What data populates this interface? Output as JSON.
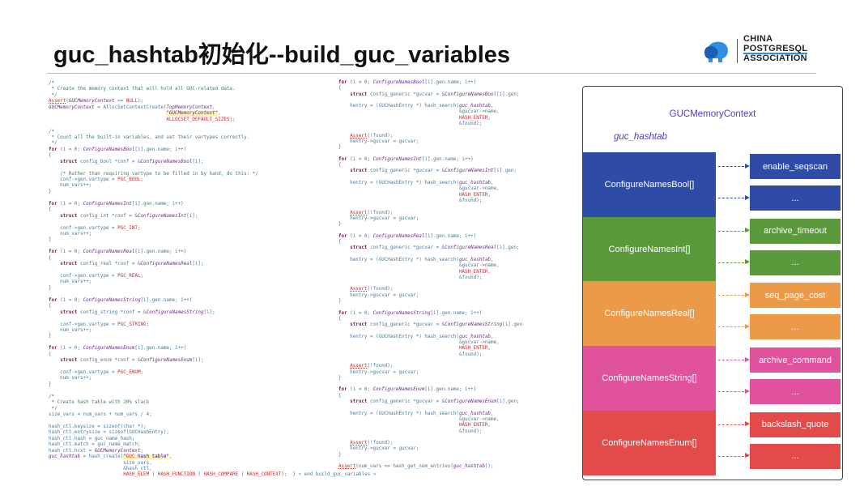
{
  "slide": {
    "title": "guc_hashtab初始化--build_guc_variables"
  },
  "logo": {
    "lines": [
      "CHINA",
      "POSTGRESQL",
      "ASSOCIATION"
    ]
  },
  "code_left": [
    "/*",
    " * Create the memory context that will hold all GUC-related data.",
    " */",
    "Assert(GUCMemoryContext == NULL);",
    "GUCMemoryContext = AllocSetContextCreate(TopMemoryContext,",
    "                                         \"GUCMemoryContext\",",
    "                                         ALLOCSET_DEFAULT_SIZES);",
    "",
    "/*",
    " * Count all the built-in variables, and set their vartypes correctly.",
    " */",
    "for (i = 0; ConfigureNamesBool[i].gen.name; i++)",
    "{",
    "    struct config_bool *conf = &ConfigureNamesBool[i];",
    "",
    "    /* Rather than requiring vartype to be filled in by hand, do this: */",
    "    conf->gen.vartype = PGC_BOOL;",
    "    num_vars++;",
    "}",
    "",
    "for (i = 0; ConfigureNamesInt[i].gen.name; i++)",
    "{",
    "    struct config_int *conf = &ConfigureNamesInt[i];",
    "",
    "    conf->gen.vartype = PGC_INT;",
    "    num_vars++;",
    "}",
    "",
    "for (i = 0; ConfigureNamesReal[i].gen.name; i++)",
    "{",
    "    struct config_real *conf = &ConfigureNamesReal[i];",
    "",
    "    conf->gen.vartype = PGC_REAL;",
    "    num_vars++;",
    "}",
    "",
    "for (i = 0; ConfigureNamesString[i].gen.name; i++)",
    "{",
    "    struct config_string *conf = &ConfigureNamesString[i];",
    "",
    "    conf->gen.vartype = PGC_STRING;",
    "    num_vars++;",
    "}",
    "",
    "for (i = 0; ConfigureNamesEnum[i].gen.name; i++)",
    "{",
    "    struct config_enum *conf = &ConfigureNamesEnum[i];",
    "",
    "    conf->gen.vartype = PGC_ENUM;",
    "    num_vars++;",
    "}",
    "",
    "/*",
    " * Create hash table with 20% slack",
    " */",
    "size_vars = num_vars + num_vars / 4;",
    "",
    "hash_ctl.keysize = sizeof(char *);",
    "hash_ctl.entrysize = sizeof(GUCHashEntry);",
    "hash_ctl.hash = guc_name_hash;",
    "hash_ctl.match = guc_name_match;",
    "hash_ctl.hcxt = GUCMemoryContext;",
    "guc_hashtab = hash_create(\"GUC hash table\",",
    "                          size_vars,",
    "                          &hash_ctl,",
    "                          HASH_ELEM | HASH_FUNCTION | HASH_COMPARE | HASH_CONTEXT);  } « end build_guc_variables »"
  ],
  "code_right": [
    "for (i = 0; ConfigureNamesBool[i].gen.name; i++)",
    "{",
    "    struct config_generic *gucvar = &ConfigureNamesBool[i].gen;",
    "",
    "    hentry = (GUCHashEntry *) hash_search(guc_hashtab,",
    "                                          &gucvar->name,",
    "                                          HASH_ENTER,",
    "                                          &found);",
    "",
    "    Assert(!found);",
    "    hentry->gucvar = gucvar;",
    "}",
    "",
    "for (i = 0; ConfigureNamesInt[i].gen.name; i++)",
    "{",
    "    struct config_generic *gucvar = &ConfigureNamesInt[i].gen;",
    "",
    "    hentry = (GUCHashEntry *) hash_search(guc_hashtab,",
    "                                          &gucvar->name,",
    "                                          HASH_ENTER,",
    "                                          &found);",
    "",
    "    Assert(!found);",
    "    hentry->gucvar = gucvar;",
    "}",
    "",
    "for (i = 0; ConfigureNamesReal[i].gen.name; i++)",
    "{",
    "    struct config_generic *gucvar = &ConfigureNamesReal[i].gen;",
    "",
    "    hentry = (GUCHashEntry *) hash_search(guc_hashtab,",
    "                                          &gucvar->name,",
    "                                          HASH_ENTER,",
    "                                          &found);",
    "",
    "    Assert(!found);",
    "    hentry->gucvar = gucvar;",
    "}",
    "",
    "for (i = 0; ConfigureNamesString[i].gen.name; i++)",
    "{",
    "    struct config_generic *gucvar = &ConfigureNamesString[i].gen",
    "",
    "    hentry = (GUCHashEntry *) hash_search(guc_hashtab,",
    "                                          &gucvar->name,",
    "                                          HASH_ENTER,",
    "                                          &found);",
    "",
    "    Assert(!found);",
    "    hentry->gucvar = gucvar;",
    "}",
    "",
    "for (i = 0; ConfigureNamesEnum[i].gen.name; i++)",
    "{",
    "    struct config_generic *gucvar = &ConfigureNamesEnum[i].gen;",
    "",
    "    hentry = (GUCHashEntry *) hash_search(guc_hashtab,",
    "                                          &gucvar->name,",
    "                                          HASH_ENTER,",
    "                                          &found);",
    "",
    "    Assert(!found);",
    "    hentry->gucvar = gucvar;",
    "}",
    "",
    "Assert(num_vars == hash_get_num_entries(guc_hashtab));"
  ],
  "diagram": {
    "context_label": "GUCMemoryContext",
    "hashtab_label": "guc_hashtab",
    "groups": [
      {
        "label": "ConfigureNamesBool[]",
        "color": "#2f4ba8",
        "items": [
          "enable_seqscan",
          "..."
        ]
      },
      {
        "label": "ConfigureNamesInt[]",
        "color": "#5b9a3c",
        "items": [
          "archive_timeout",
          "..."
        ]
      },
      {
        "label": "ConfigureNamesReal[]",
        "color": "#ec9a48",
        "items": [
          "seq_page_cost",
          "..."
        ]
      },
      {
        "label": "ConfigureNamesString[]",
        "color": "#e0529c",
        "items": [
          "archive_command",
          "..."
        ]
      },
      {
        "label": "ConfigureNamesEnum[]",
        "color": "#e34b4b",
        "items": [
          "backslash_quote",
          "..."
        ]
      }
    ]
  }
}
